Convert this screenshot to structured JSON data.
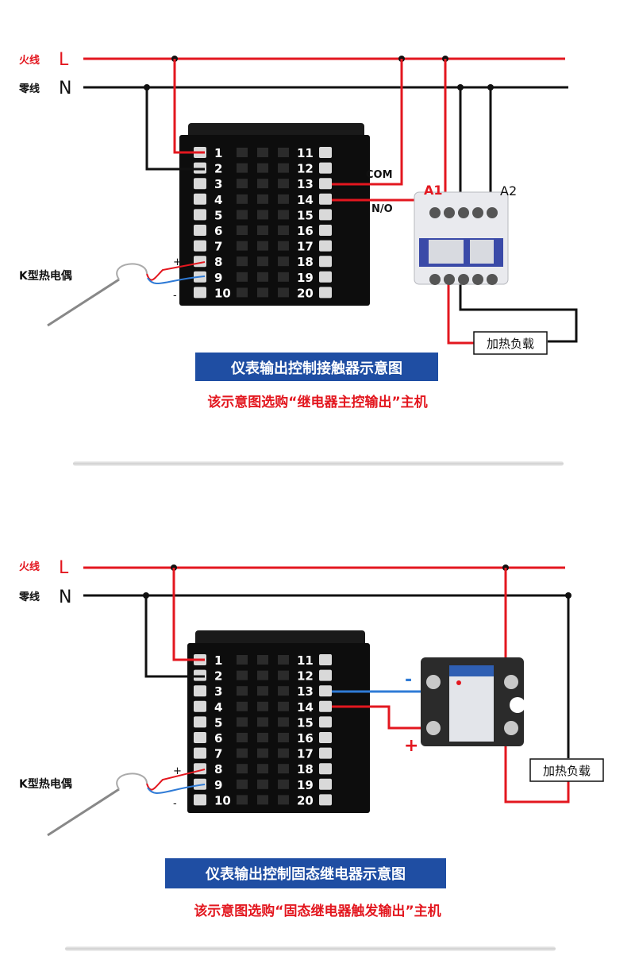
{
  "colors": {
    "live": "#e3171f",
    "neutral": "#111111",
    "blue": "#2f7bd6",
    "caption_bg": "#1f4ea3"
  },
  "diagram1": {
    "live_label": "火线",
    "live_letter": "L",
    "neutral_label": "零线",
    "neutral_letter": "N",
    "terminals_left": [
      "1",
      "2",
      "3",
      "4",
      "5",
      "6",
      "7",
      "8",
      "9",
      "10"
    ],
    "terminals_right": [
      "11",
      "12",
      "13",
      "14",
      "15",
      "16",
      "17",
      "18",
      "19",
      "20"
    ],
    "com_label": "COM",
    "no_label": "N/O",
    "a1_label": "A1",
    "a2_label": "A2",
    "thermocouple_label": "K型热电偶",
    "plus": "+",
    "minus": "-",
    "load_label": "加热负载",
    "caption": "仪表输出控制接触器示意图",
    "note": "该示意图选购“继电器主控输出”主机"
  },
  "diagram2": {
    "live_label": "火线",
    "live_letter": "L",
    "neutral_label": "零线",
    "neutral_letter": "N",
    "terminals_left": [
      "1",
      "2",
      "3",
      "4",
      "5",
      "6",
      "7",
      "8",
      "9",
      "10"
    ],
    "terminals_right": [
      "11",
      "12",
      "13",
      "14",
      "15",
      "16",
      "17",
      "18",
      "19",
      "20"
    ],
    "ssr_minus": "-",
    "ssr_plus": "+",
    "thermocouple_label": "K型热电偶",
    "plus": "+",
    "minus": "-",
    "load_label": "加热负载",
    "caption": "仪表输出控制固态继电器示意图",
    "note": "该示意图选购“固态继电器触发输出”主机"
  }
}
